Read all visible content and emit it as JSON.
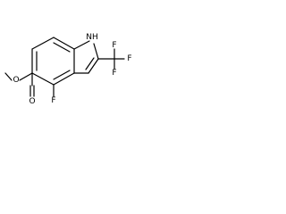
{
  "molecule": {
    "atoms": {
      "nh": "NH",
      "oxygen_carbonyl": "O",
      "oxygen_ester": "O",
      "fluorine_ring": "F",
      "fluorine_cf3_top": "F",
      "fluorine_cf3_right": "F",
      "fluorine_cf3_bottom": "F"
    }
  }
}
